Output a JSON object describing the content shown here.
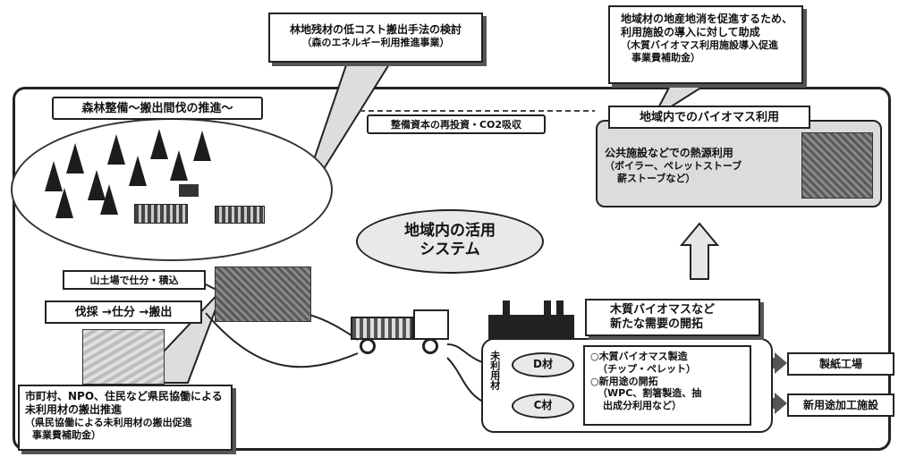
{
  "callouts": {
    "low_cost": {
      "line1": "林地残材の低コスト搬出手法の検討",
      "line2": "（森のエネルギー利用推進事業）"
    },
    "local_subsidy": {
      "line1": "地域材の地産地消を促進するため、",
      "line2": "利用施設の導入に対して助成",
      "line3": "（木質バイオマス利用施設導入促進",
      "line4": "事業費補助金）"
    },
    "citizen": {
      "line1": "市町村、NPO、住民など県民協働による",
      "line2": "未利用材の搬出推進",
      "line3": "（県民協働による未利用材の搬出促進",
      "line4": "事業費補助金）"
    }
  },
  "forest": {
    "title": "森林整備～搬出間伐の推進～"
  },
  "reinvest": {
    "label": "整備資本の再投資・CO2吸収"
  },
  "biomass_use": {
    "title": "地域内でのバイオマス利用",
    "line1": "公共施設などでの熱源利用",
    "line2": "（ボイラー、ペレットストーブ",
    "line3": "薪ストーブなど）"
  },
  "system": {
    "line1": "地域内の活用",
    "line2": "システム"
  },
  "sorting": {
    "label": "山土場で仕分・積込"
  },
  "flow": {
    "label": "伐採 →仕分 →搬出"
  },
  "demand": {
    "line1": "木質バイオマスなど",
    "line2": "新たな需要の開拓"
  },
  "materials": {
    "side_label": "未利用材",
    "d": "D材",
    "c": "C材"
  },
  "products": {
    "line1": "○木質バイオマス製造",
    "line2": "（チップ・ペレット）",
    "line3": "○新用途の開拓",
    "line4": "（WPC、割箸製造、抽",
    "line5": "出成分利用など）"
  },
  "destinations": {
    "paper": "製紙工場",
    "newuse": "新用途加工施設"
  }
}
